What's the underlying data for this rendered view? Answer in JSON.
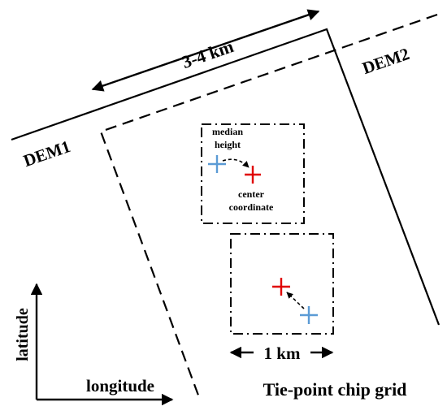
{
  "labels": {
    "scale_top": "3-4 km",
    "dem1": "DEM1",
    "dem2": "DEM2",
    "median_line1": "median",
    "median_line2": "height",
    "center_line1": "center",
    "center_line2": "coordinate",
    "scale_bottom": "1 km",
    "latitude": "latitude",
    "longitude": "longitude",
    "grid_title": "Tie-point chip grid"
  },
  "colors": {
    "median_marker": "#5b9bd5",
    "center_marker": "#e00000",
    "line": "#000000"
  },
  "markers": [
    {
      "type": "median-height",
      "color": "median"
    },
    {
      "type": "center-coordinate",
      "color": "center"
    }
  ]
}
